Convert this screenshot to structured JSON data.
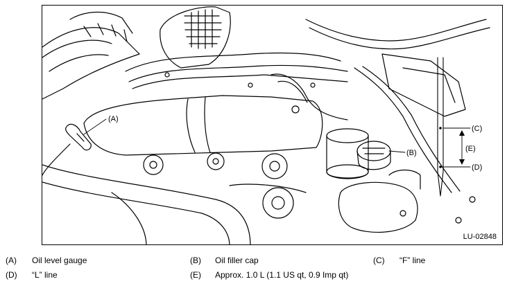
{
  "figure": {
    "id": "LU-02848",
    "callouts": {
      "A": "(A)",
      "B": "(B)",
      "C": "(C)",
      "D": "(D)",
      "E": "(E)"
    }
  },
  "legend": [
    {
      "code": "(A)",
      "text": "Oil level gauge"
    },
    {
      "code": "(B)",
      "text": "Oil filler cap"
    },
    {
      "code": "(C)",
      "text": "“F” line"
    },
    {
      "code": "(D)",
      "text": "“L” line"
    },
    {
      "code": "(E)",
      "text": "Approx. 1.0 L (1.1 US qt, 0.9 Imp qt)"
    }
  ]
}
